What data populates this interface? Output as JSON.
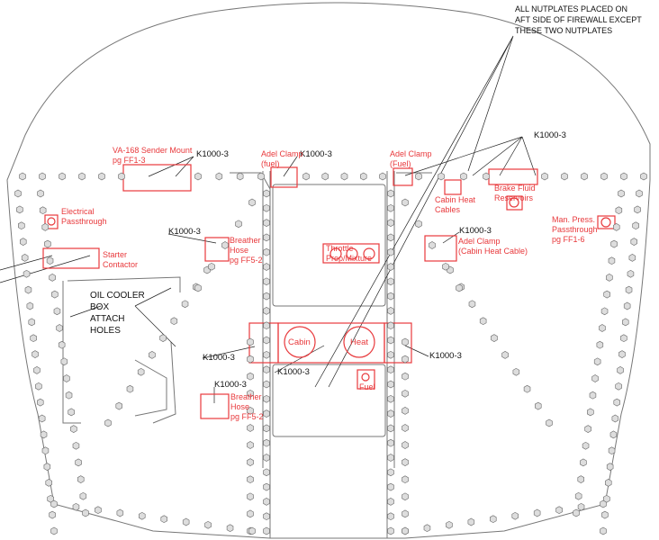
{
  "colors": {
    "annotation": "#e8393c",
    "outline": "#777777",
    "text": "#111111"
  },
  "note": {
    "lines": [
      "ALL NUTPLATES PLACED ON",
      "AFT SIDE OF FIREWALL EXCEPT",
      "THESE TWO NUTPLATES"
    ]
  },
  "part_callout": "K1000-3",
  "oil_cooler": {
    "lines": [
      "OIL COOLER",
      "BOX",
      "ATTACH",
      "HOLES"
    ]
  },
  "annotations": {
    "sender_mount": [
      "VA-168 Sender Mount",
      "pg FF1-3"
    ],
    "adel_fuel_left": [
      "Adel Clamp",
      "(fuel)"
    ],
    "adel_fuel_right": [
      "Adel Clamp",
      "(Fuel)"
    ],
    "cabin_heat_cables": [
      "Cabin Heat",
      "Cables"
    ],
    "brake_fluid": [
      "Brake Fluid",
      "Reservoirs"
    ],
    "man_press": [
      "Man. Press.",
      "Passthrough",
      "pg FF1-6"
    ],
    "electrical": [
      "Electrical",
      "Passthrough"
    ],
    "starter": [
      "Starter",
      "Contactor"
    ],
    "breather_upper": [
      "Breather",
      "Hose",
      "pg FF5-2"
    ],
    "throttle": [
      "Throttle",
      "Prop/Mixture"
    ],
    "adel_cabin_heat": [
      "Adel Clamp",
      "(Cabin Heat Cable)"
    ],
    "cabin": "Cabin",
    "heat": "Heat",
    "breather_lower": [
      "Breather",
      "Hose",
      "pg FF5-2"
    ],
    "fuel": "Fuel"
  }
}
